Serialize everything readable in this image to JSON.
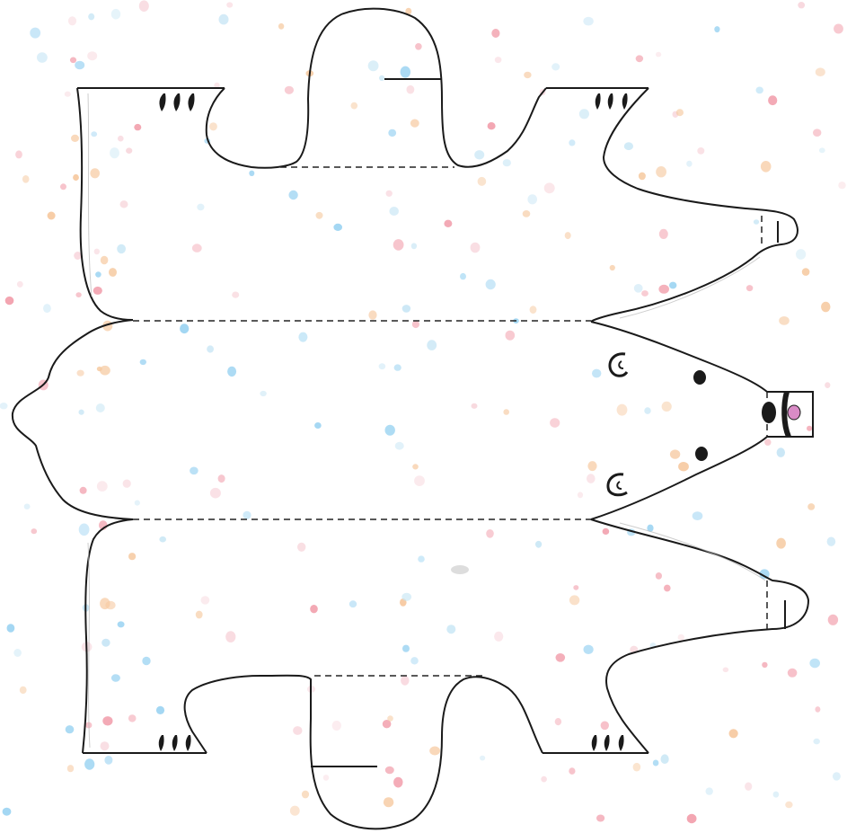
{
  "colors": {
    "outline": "#1a1a1a",
    "pencil": "#9a9a9a",
    "fold_line": "#222222",
    "nose_pink": "#d98bc6",
    "confetti": [
      "#f2a0ad",
      "#9cd4f2",
      "#f6c9a0",
      "#c8e6f5",
      "#f8d7dd"
    ]
  },
  "icons": {
    "bear_template": "polar-bear-cutout",
    "claws": "claw-marks",
    "ears": "ear-swirl"
  }
}
